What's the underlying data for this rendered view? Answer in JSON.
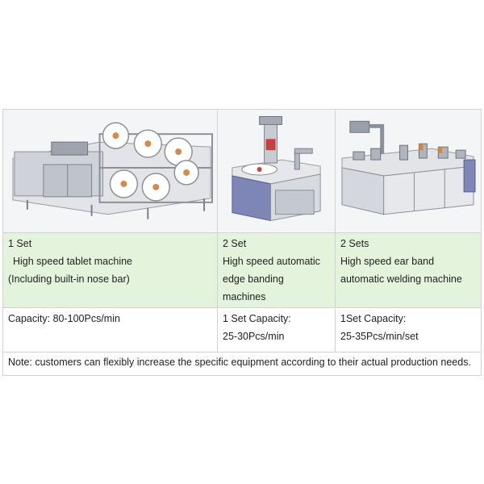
{
  "machines": [
    {
      "icon": "tablet-machine-illustration",
      "quantity": "1 Set",
      "desc_lines": [
        "High speed tablet machine",
        "(Including built-in nose bar)"
      ],
      "capacity_lines": [
        "Capacity: 80-100Pcs/min"
      ]
    },
    {
      "icon": "edge-banding-machine-illustration",
      "quantity": "2 Set",
      "desc_lines": [
        "High speed automatic",
        "edge banding",
        "machines"
      ],
      "capacity_lines": [
        "1 Set Capacity:",
        "25-30Pcs/min"
      ]
    },
    {
      "icon": "ear-band-welding-machine-illustration",
      "quantity": "2 Sets",
      "desc_lines": [
        "High speed ear band",
        "automatic welding machine"
      ],
      "capacity_lines": [
        "1Set Capacity:",
        "25-35Pcs/min/set"
      ]
    }
  ],
  "note": "Note: customers can flexibly increase the specific equipment according to their actual production needs.",
  "colors": {
    "desc_background": "#e4f3dc",
    "border": "#d2d2d2",
    "machine_gray": "#b9bcc3",
    "panel_blue": "#6c74a8"
  }
}
